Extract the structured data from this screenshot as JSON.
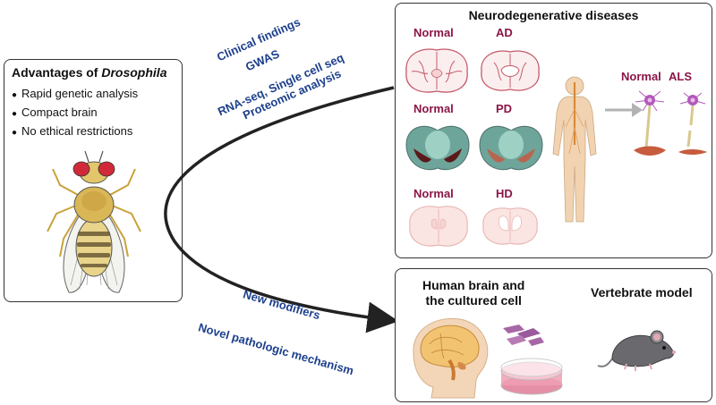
{
  "advantages": {
    "title_prefix": "Advantages of ",
    "title_italic": "Drosophila",
    "items": [
      "Rapid genetic analysis",
      "Compact brain",
      "No ethical restrictions"
    ]
  },
  "upper_arrow_labels": [
    "Clinical findings",
    "GWAS",
    "RNA-seq, Single cell seq",
    "Proteomic analysis"
  ],
  "lower_arrow_labels": [
    "New modifiers",
    "Novel pathologic mechanism"
  ],
  "neuro_panel": {
    "title": "Neurodegenerative diseases",
    "labels": {
      "ad_normal": "Normal",
      "ad": "AD",
      "pd_normal": "Normal",
      "pd": "PD",
      "hd_normal": "Normal",
      "hd": "HD",
      "als_normal": "Normal",
      "als": "ALS"
    }
  },
  "model_panel": {
    "human_title_line1": "Human brain and",
    "human_title_line2": "the cultured cell",
    "vertebrate_title": "Vertebrate model"
  },
  "colors": {
    "arrow_label": "#1c3f8c",
    "disease_label": "#8b1547",
    "panel_border": "#333333"
  }
}
